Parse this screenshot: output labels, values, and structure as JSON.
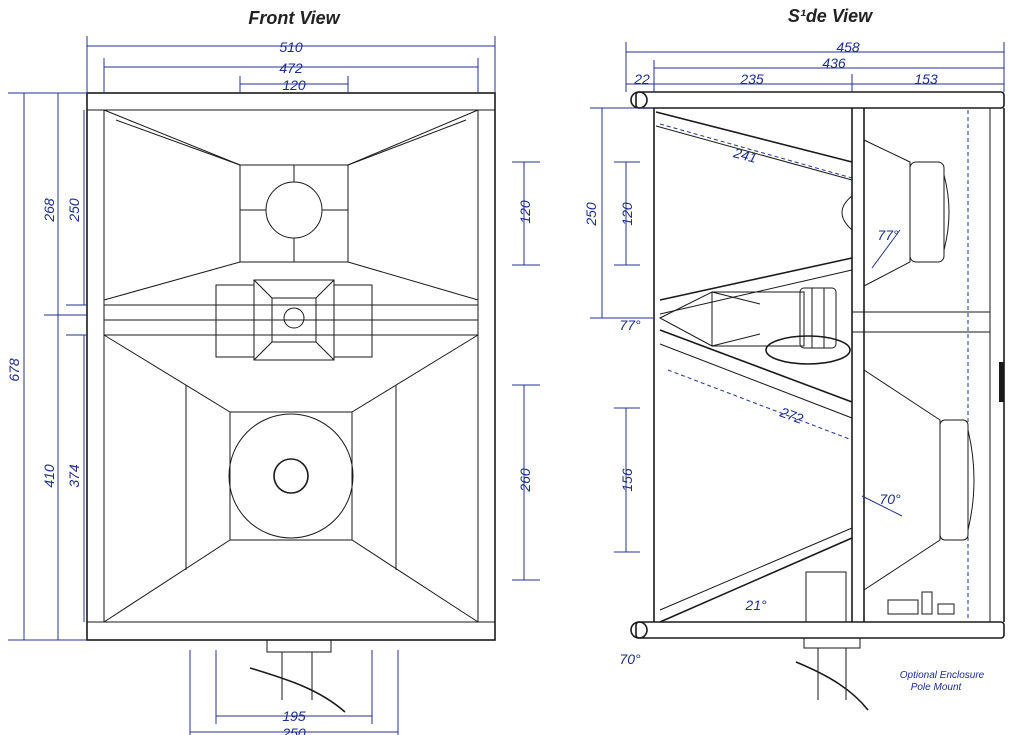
{
  "titles": {
    "front": "Front View",
    "side": "S¹de View"
  },
  "front_dims": {
    "width_outer": "510",
    "width_inner": "472",
    "top_opening": "120",
    "height_total": "678",
    "height_upper_outer": "268",
    "height_upper_inner": "250",
    "height_lower_outer": "410",
    "height_lower_inner": "374",
    "right_upper": "120",
    "right_lower": "260",
    "pole_inner": "195",
    "pole_outer": "250"
  },
  "side_dims": {
    "depth_outer": "458",
    "depth_inner": "436",
    "front_panel": "22",
    "front_section": "235",
    "rear_section": "153",
    "upper_horn": "241",
    "lower_horn": "272",
    "left_upper": "250",
    "left_mid": "120",
    "left_lower": "156",
    "angle_driver": "77°",
    "angle_mid": "77°",
    "angle_lower_driver": "70°",
    "angle_bottom": "21°",
    "angle_base": "70°"
  },
  "notes": {
    "pole_mount_line1": "Optional Enclosure",
    "pole_mount_line2": "Pole Mount"
  },
  "colors": {
    "dimension_ink": "#1e2e8a",
    "line_ink": "#1a1a1a"
  }
}
